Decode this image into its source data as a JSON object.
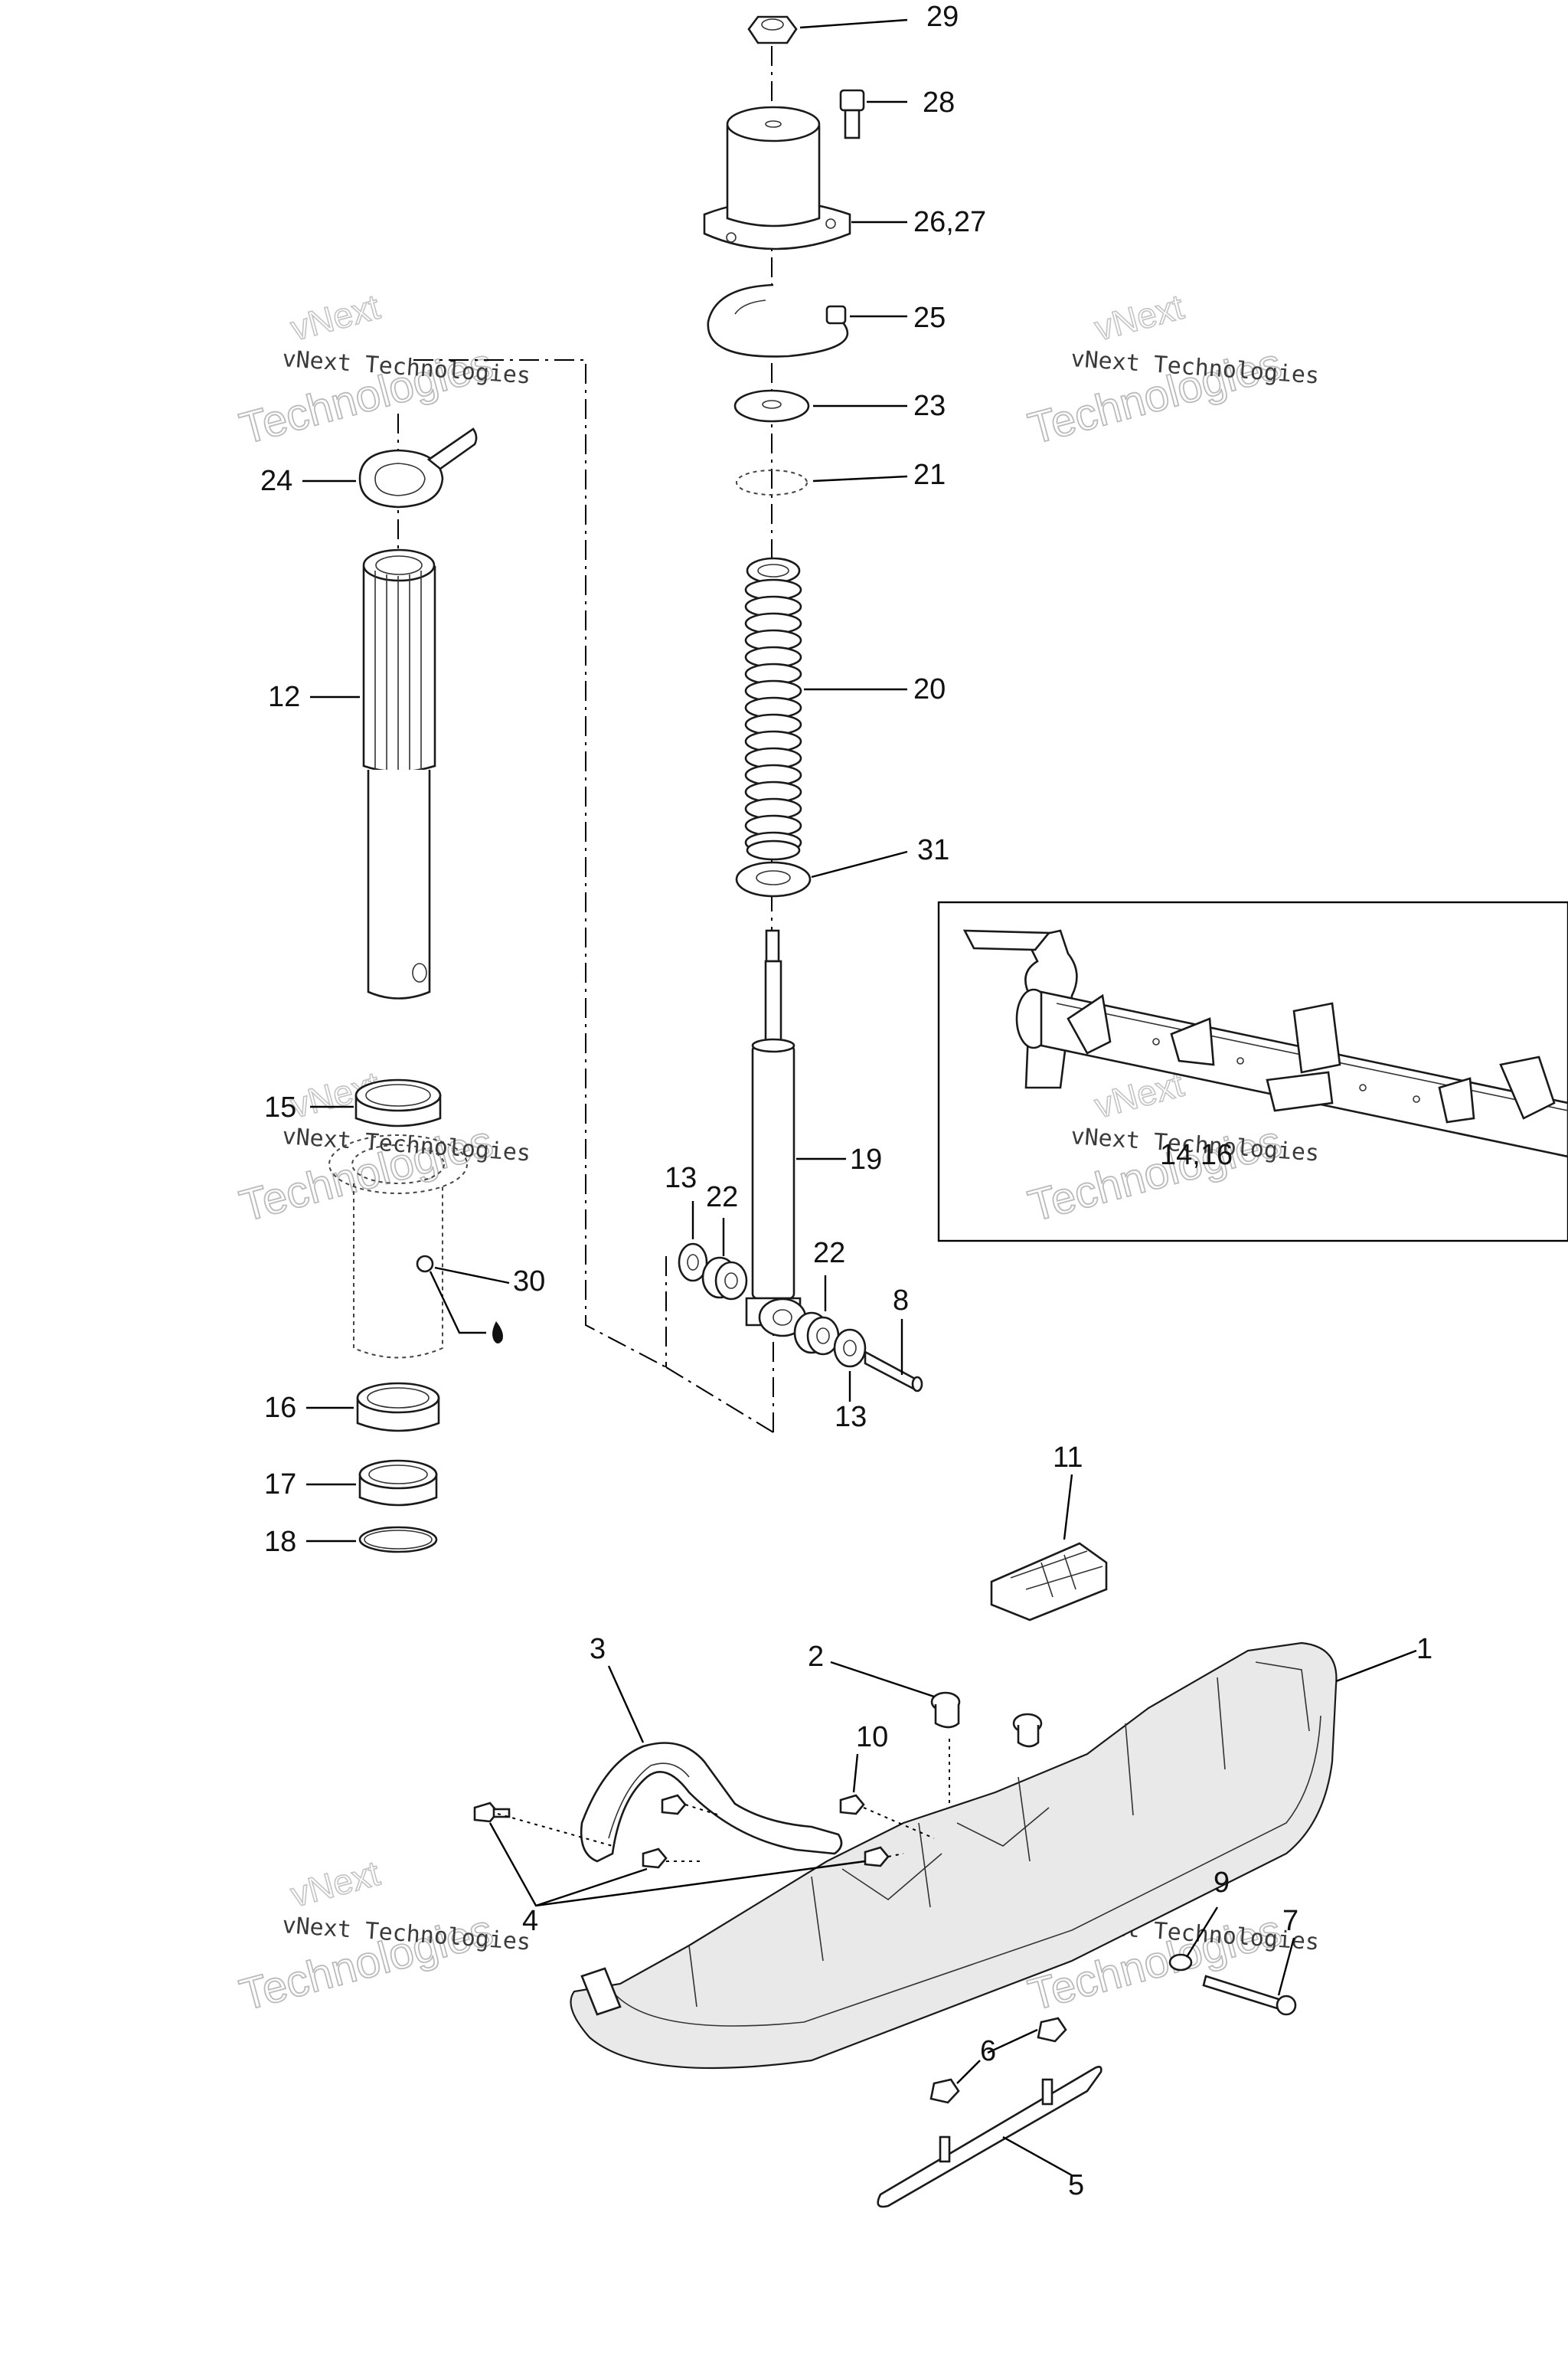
{
  "callouts": {
    "c1": "1",
    "c2": "2",
    "c3": "3",
    "c4": "4",
    "c5": "5",
    "c6": "6",
    "c7": "7",
    "c8": "8",
    "c9": "9",
    "c10": "10",
    "c11": "11",
    "c12": "12",
    "c13a": "13",
    "c13b": "13",
    "c14_16": "14,16",
    "c15": "15",
    "c16": "16",
    "c17": "17",
    "c18": "18",
    "c19": "19",
    "c20": "20",
    "c21": "21",
    "c22a": "22",
    "c22b": "22",
    "c23": "23",
    "c24": "24",
    "c25": "25",
    "c26_27": "26,27",
    "c28": "28",
    "c29": "29",
    "c30": "30",
    "c31": "31"
  },
  "watermark": {
    "line1": "vNext Technologies",
    "line2": "Technologies",
    "line3": "vNext"
  },
  "colors": {
    "line": "#000000",
    "background": "#ffffff",
    "watermark": "#bbbbbb"
  }
}
